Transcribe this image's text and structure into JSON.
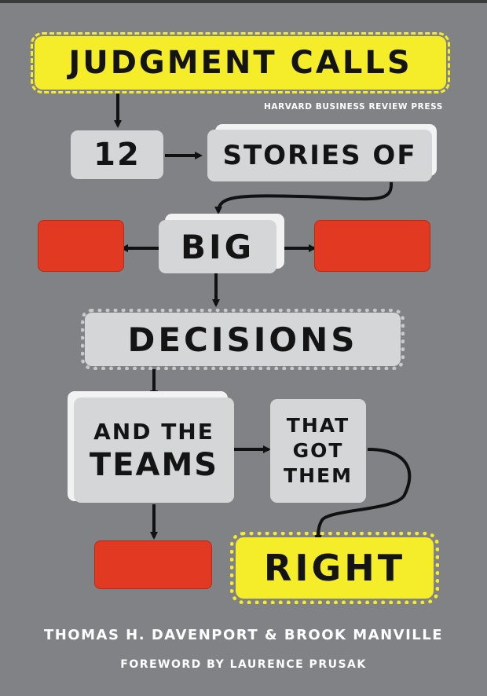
{
  "book": {
    "title_line": "JUDGMENT CALLS",
    "publisher": "HARVARD BUSINESS REVIEW PRESS",
    "flow": {
      "number": "12",
      "stories": "STORIES OF",
      "big": "BIG",
      "decisions": "DECISIONS",
      "and_the": "AND THE",
      "teams": "TEAMS",
      "that": "THAT",
      "got": "GOT",
      "them": "THEM",
      "right": "RIGHT"
    },
    "authors": "THOMAS H. DAVENPORT & BROOK MANVILLE",
    "foreword": "FOREWORD BY LAURENCE PRUSAK"
  },
  "colors": {
    "background": "#808285",
    "box_gray": "#d5d6d8",
    "box_yellow": "#f5ec2a",
    "box_red": "#e23a22",
    "text_dark": "#141414",
    "text_light": "#ffffff"
  }
}
